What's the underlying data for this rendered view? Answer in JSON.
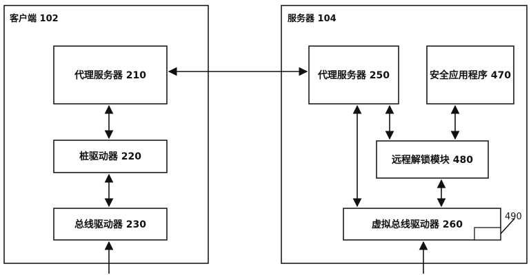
{
  "client": {
    "title": "客户端 102",
    "proxy": "代理服务器 210",
    "stub_driver": "桩驱动器 220",
    "bus_driver": "总线驱动器 230"
  },
  "server": {
    "title": "服务器 104",
    "proxy": "代理服务器 250",
    "security_app": "安全应用程序 470",
    "remote_unlock": "远程解锁模块 480",
    "virtual_bus_driver": "虚拟总线驱动器 260",
    "ref_490": "490"
  },
  "colors": {
    "stroke": "#1a1a1a",
    "text": "#111111",
    "background": "#ffffff"
  }
}
